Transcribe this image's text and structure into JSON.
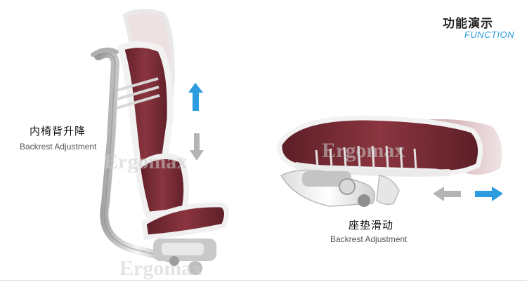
{
  "header": {
    "title": "功能演示",
    "subtitle": "FUNCTION"
  },
  "features": [
    {
      "title_cn": "内椅背升降",
      "title_en": "Backrest Adjustment",
      "arrows": [
        "up",
        "down"
      ]
    },
    {
      "title_cn": "座垫滑动",
      "title_en": "Backrest Adjustment",
      "arrows": [
        "left",
        "right"
      ]
    }
  ],
  "watermark": "Ergomax",
  "colors": {
    "accent": "#2a9cdf",
    "arrow_active": "#2a9cdf",
    "arrow_inactive": "#b4b4b4",
    "mesh": "#7a2a33",
    "frame": "#eeeeee"
  }
}
